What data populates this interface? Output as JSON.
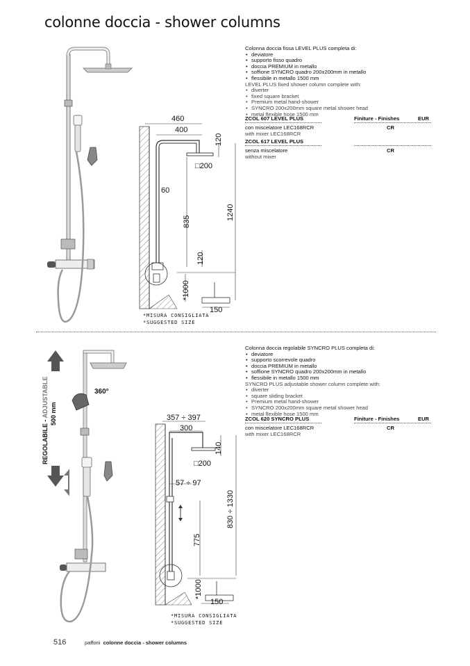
{
  "page_title": "colonne doccia - shower columns",
  "section1": {
    "desc_it_title": "Colonna doccia fissa LEVEL PLUS completa di:",
    "desc_it_items": [
      "deviatore",
      "supporto fisso quadro",
      "doccia PREMIUM in metallo",
      "soffione SYNCRO quadro 200x200mm in metallo",
      "flessibile in metallo 1500 mm"
    ],
    "desc_en_title": "LEVEL PLUS fixed shower column complete with:",
    "desc_en_items": [
      "diverter",
      "fixed square bracket",
      "Premium metal hand-shower",
      "SYNCRO 200x200mm square metal shower head",
      "metal flexible hose 1500 mm"
    ],
    "table_header": {
      "code": "ZCOL 607  LEVEL PLUS",
      "finish": "Finiture - Finishes",
      "currency": "EUR"
    },
    "row1_it": "con miscelatore LEC168RCR",
    "row1_en": "with mixer LEC168RCR",
    "row1_finish": "CR",
    "code2": "ZCOL 617  LEVEL PLUS",
    "row2_it": "senza miscelatore",
    "row2_en": "without mixer",
    "row2_finish": "CR",
    "dims": {
      "d460": "460",
      "d400": "400",
      "d120a": "120",
      "d200": "□200",
      "d60": "60",
      "d835": "835",
      "d1240": "1240",
      "d120b": "120",
      "d1000": "*1000",
      "d150": "150"
    },
    "note1": "*MISURA CONSIGLIATA",
    "note2": "*SUGGESTED SIZE"
  },
  "section2": {
    "desc_it_title": "Colonna doccia regolabile SYNCRO PLUS completa di:",
    "desc_it_items": [
      "deviatore",
      "supporto scorrevole quadro",
      "doccia PREMIUM in metallo",
      "soffione SYNCRO quadro 200x200mm in metallo",
      "flessibile in metallo 1500 mm"
    ],
    "desc_en_title": "SYNCRO PLUS adjustable shower column complete with:",
    "desc_en_items": [
      "diverter",
      "square sliding bracket",
      "Premium metal hand-shower",
      "SYNCRO 200x200mm square metal shower head",
      "metal flexible hose 1500 mm"
    ],
    "table_header": {
      "code": "ZCOL 620  SYNCRO PLUS",
      "finish": "Finiture - Finishes",
      "currency": "EUR"
    },
    "row1_it": "con miscelatore LEC168RCR",
    "row1_en": "with mixer LEC168RCR",
    "row1_finish": "CR",
    "dims": {
      "d357": "357 ÷ 397",
      "d300": "300",
      "d140": "140",
      "d200": "□200",
      "d57": "57 ÷ 97",
      "d775": "775",
      "d830": "830 ÷ 1330",
      "d1000": "*1000",
      "d150": "150"
    },
    "note1": "*MISURA CONSIGLIATA",
    "note2": "*SUGGESTED SIZE",
    "regolabile": "REGOLABILE",
    "adjustable": "ADJUSTABLE",
    "dash": " - ",
    "range": "500 mm",
    "rotation": "360°"
  },
  "footer": {
    "page_number": "516",
    "brand": "paffoni",
    "section": "colonne doccia - shower columns"
  }
}
